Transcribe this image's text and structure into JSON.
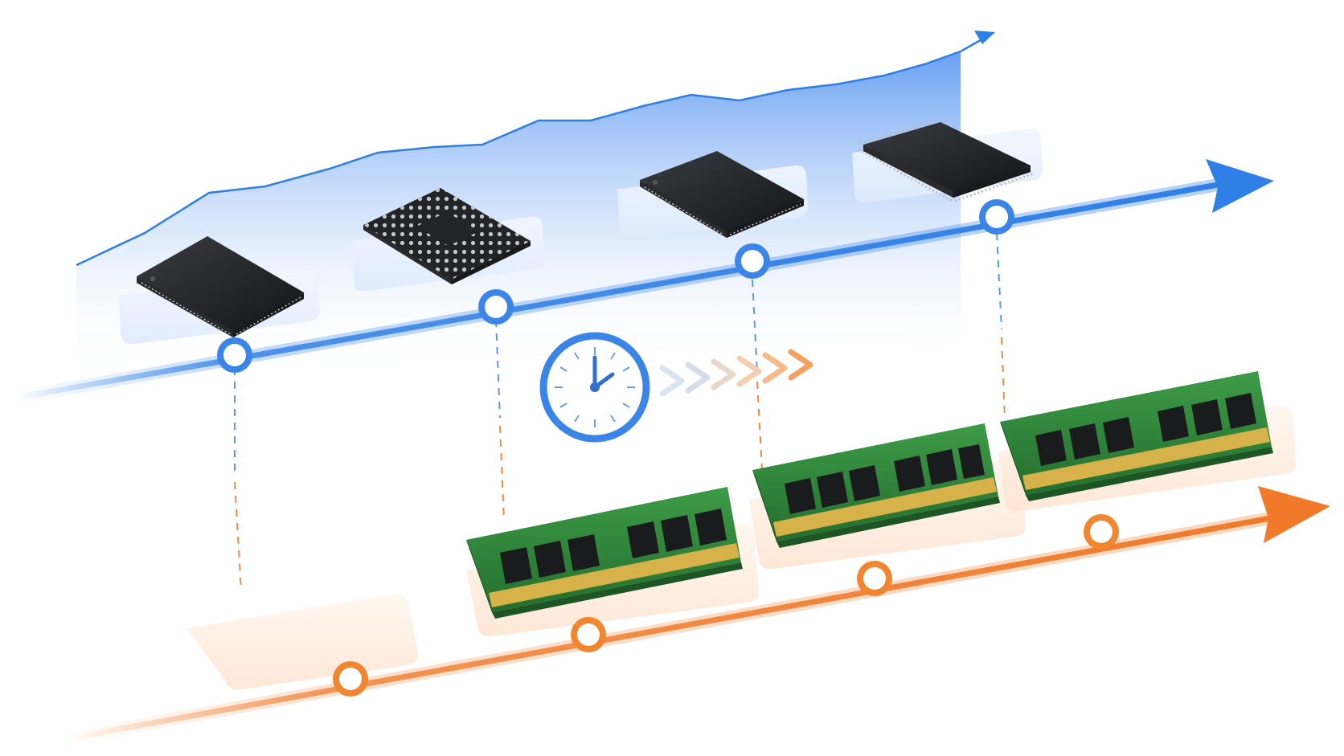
{
  "colors": {
    "background": "#ffffff",
    "blue_accent": "#2f7fe6",
    "blue_node_ring": "#3b84e8",
    "orange_accent": "#f07a2a",
    "orange_node_ring": "#f2852f",
    "chip_body": "#1c1d20",
    "pcb_green": "#2f8a3a",
    "gold_contacts": "#d7b24a",
    "clock_ring": "#3b84e8"
  },
  "icons": {
    "clock": "clock-icon",
    "progress_arrows": "chevron-right-icon"
  },
  "processor_timeline": {
    "nodes": 4,
    "chips": [
      "chip-package-qfn",
      "chip-package-bga",
      "chip-package-qfn",
      "chip-package-qfp"
    ]
  },
  "memory_timeline": {
    "nodes": 4,
    "modules": [
      "empty-slot",
      "ram-module",
      "ram-module",
      "ram-module"
    ]
  },
  "transition": {
    "chevrons": 6
  }
}
